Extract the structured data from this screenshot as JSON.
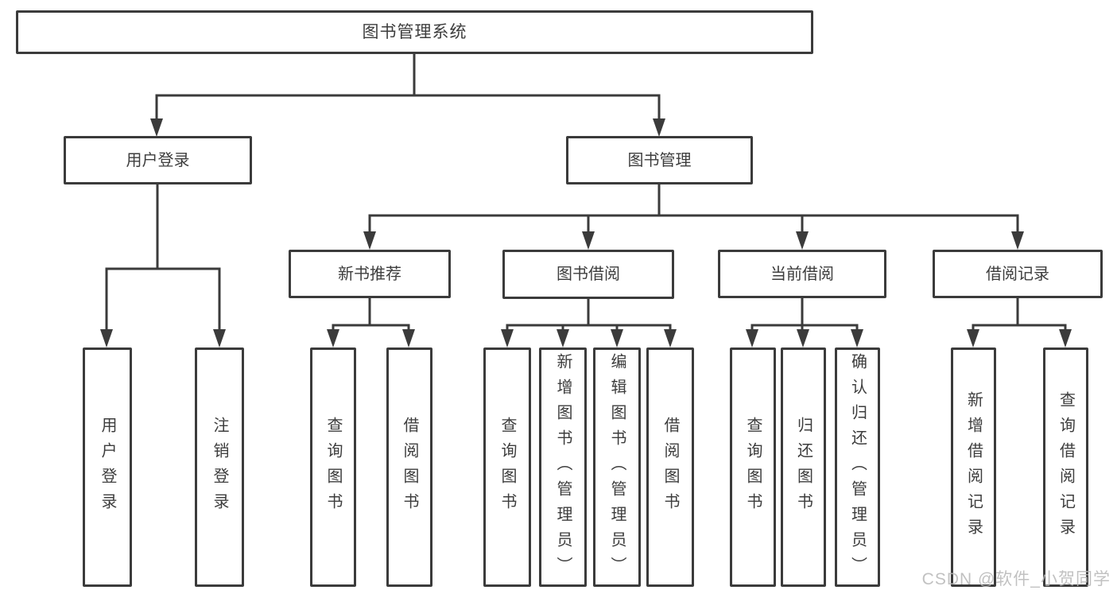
{
  "diagram": {
    "root": {
      "label": "图书管理系统"
    },
    "login": {
      "label": "用户登录",
      "children": [
        {
          "label": "用户登录"
        },
        {
          "label": "注销登录"
        }
      ]
    },
    "management": {
      "label": "图书管理"
    },
    "recommend": {
      "label": "新书推荐",
      "children": [
        {
          "label": "查询图书"
        },
        {
          "label": "借阅图书"
        }
      ]
    },
    "borrow": {
      "label": "图书借阅",
      "children": [
        {
          "label": "查询图书"
        },
        {
          "label": "新增图书（管理员）"
        },
        {
          "label": "编辑图书（管理员）"
        },
        {
          "label": "借阅图书"
        }
      ]
    },
    "current": {
      "label": "当前借阅",
      "children": [
        {
          "label": "查询图书"
        },
        {
          "label": "归还图书"
        },
        {
          "label": "确认归还（管理员）"
        }
      ]
    },
    "records": {
      "label": "借阅记录",
      "children": [
        {
          "label": "新增借阅记录"
        },
        {
          "label": "查询借阅记录"
        }
      ]
    }
  },
  "watermark": "CSDN @软件_小贺同学",
  "colors": {
    "line": "#3b3b3b",
    "text": "#3d3d3d",
    "background": "#ffffff",
    "watermark": "#b9b9b9"
  }
}
